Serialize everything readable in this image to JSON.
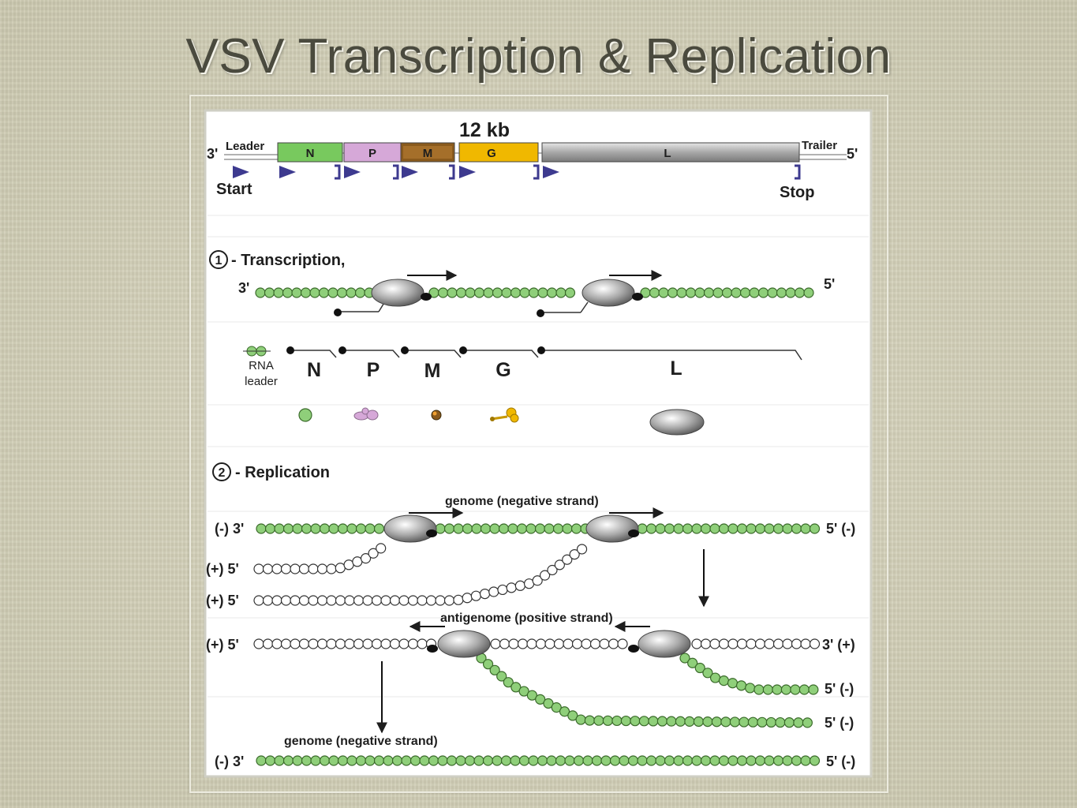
{
  "title": "VSV Transcription & Replication",
  "colors": {
    "bead_green": "#8fcf7a",
    "bead_outline": "#3a6a2a",
    "arrowhead_blue": "#3d3a8f",
    "gene_N": "#78c95e",
    "gene_P": "#d6a8d8",
    "gene_M": "#8a5a1c",
    "gene_G": "#f0b800",
    "gene_L": "#b8b8b8"
  },
  "genome_map": {
    "size_label": "12 kb",
    "end_3": "3'",
    "end_5": "5'",
    "leader": "Leader",
    "trailer": "Trailer",
    "genes": [
      "N",
      "P",
      "M",
      "G",
      "L"
    ],
    "start_label": "Start",
    "stop_label": "Stop"
  },
  "transcription": {
    "step_number": "1",
    "heading": "-  Transcription,",
    "end_3": "3'",
    "end_5": "5'",
    "rna_leader_line1": "RNA",
    "rna_leader_line2": "leader",
    "mrna_labels": [
      "N",
      "P",
      "M",
      "G",
      "L"
    ],
    "protein_icons": [
      "n-protein-icon",
      "p-protein-icon",
      "m-protein-icon",
      "g-protein-icon",
      "l-protein-icon"
    ]
  },
  "replication": {
    "step_number": "2",
    "heading": "-  Replication",
    "genome_label": "genome  (negative strand)",
    "antigenome_label": "antigenome  (positive strand)",
    "genome_label_bottom": "genome  (negative strand)",
    "neg_3": "(-) 3'",
    "neg_5": "5' (-)",
    "pos_5": "(+) 5'",
    "pos_3": "3' (+)"
  }
}
